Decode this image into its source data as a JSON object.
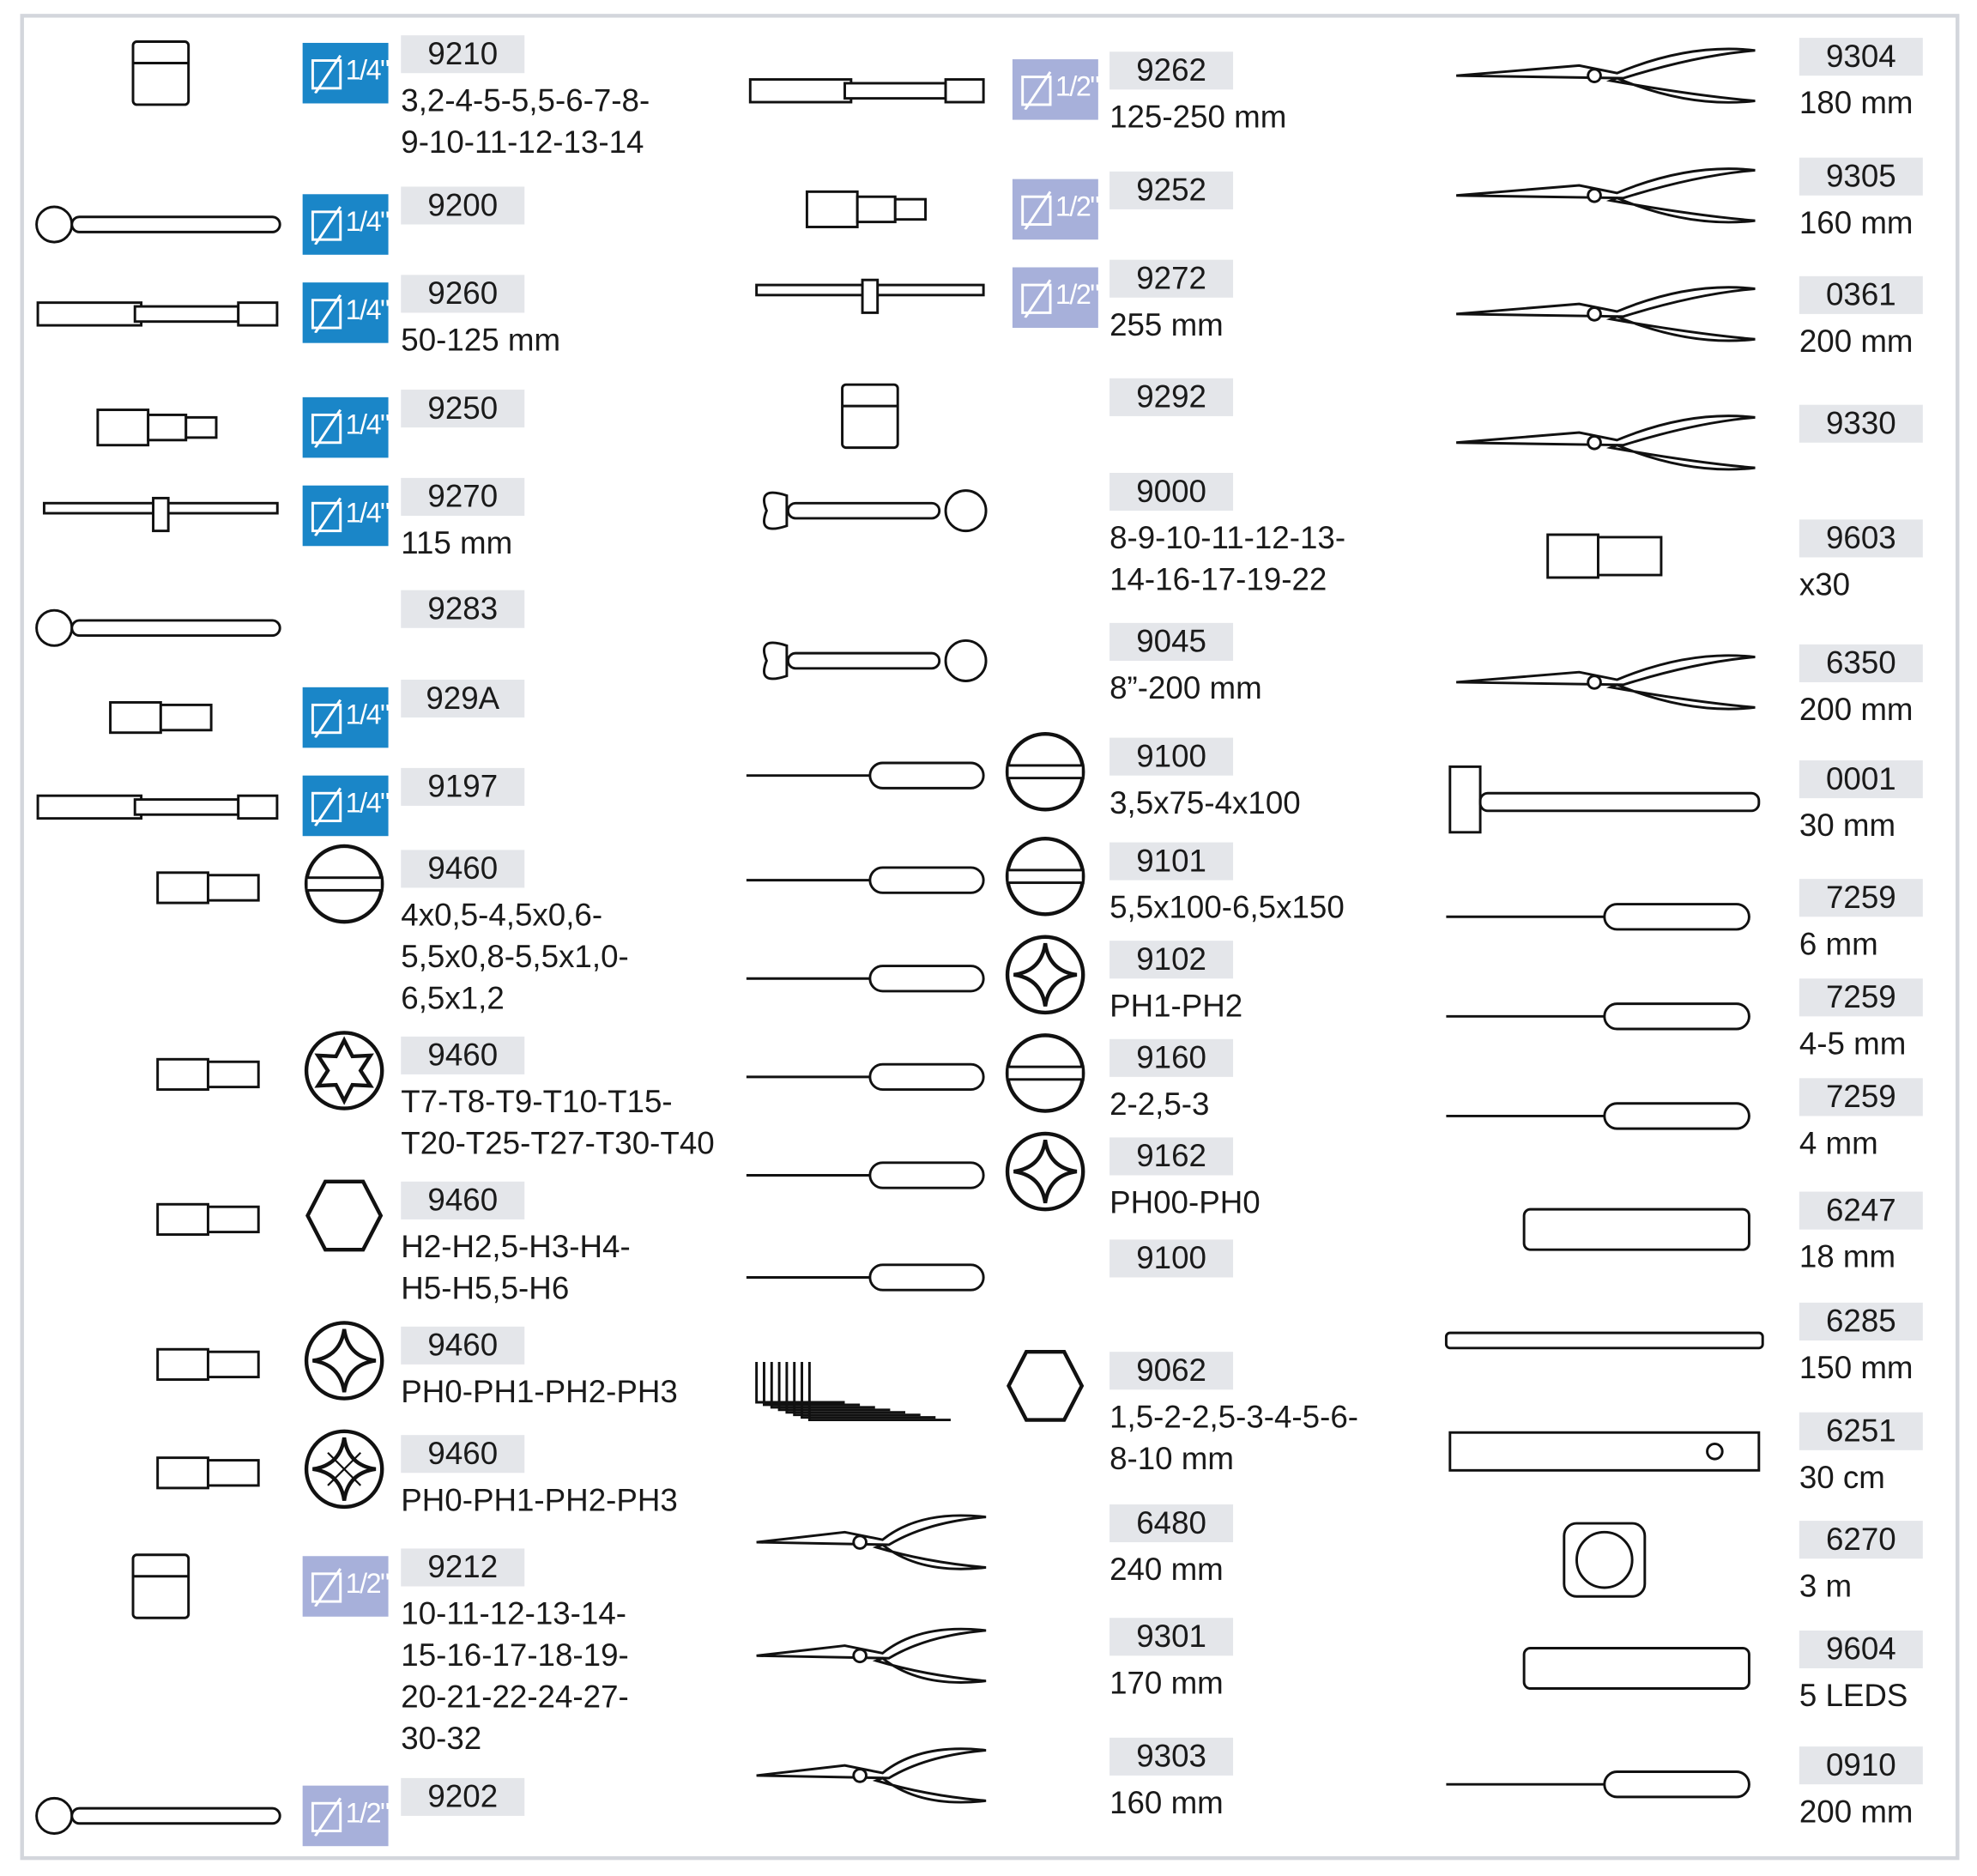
{
  "colors": {
    "quarter_drive": "#1a86c8",
    "half_drive": "#a7b0da",
    "code_bg": "#e4e6ea",
    "frame": "#d3d6dc"
  },
  "columns": [
    {
      "items": [
        {
          "code": "9210",
          "drive": "1/4\"",
          "icon": "socket-icon",
          "desc": [
            "3,2-4-5-5,5-6-7-8-",
            "9-10-11-12-13-14"
          ]
        },
        {
          "code": "9200",
          "drive": "1/4\"",
          "icon": "ratchet-icon",
          "desc": []
        },
        {
          "code": "9260",
          "drive": "1/4\"",
          "icon": "extension-bar-icon",
          "desc": [
            "50-125 mm"
          ]
        },
        {
          "code": "9250",
          "drive": "1/4\"",
          "icon": "universal-joint-icon",
          "desc": []
        },
        {
          "code": "9270",
          "drive": "1/4\"",
          "icon": "t-bar-icon",
          "desc": [
            "115 mm"
          ]
        },
        {
          "code": "9283",
          "icon": "spinner-handle-icon",
          "desc": []
        },
        {
          "code": "929A",
          "drive": "1/4\"",
          "icon": "bit-adapter-icon",
          "desc": []
        },
        {
          "code": "9197",
          "drive": "1/4\"",
          "icon": "bit-holder-icon",
          "desc": []
        },
        {
          "code": "9460",
          "tip": "slotted-tip-icon",
          "icon": "bit-icon",
          "desc": [
            "4x0,5-4,5x0,6-",
            "5,5x0,8-5,5x1,0-",
            "6,5x1,2"
          ]
        },
        {
          "code": "9460",
          "tip": "torx-tip-icon",
          "icon": "bit-icon",
          "desc": [
            "T7-T8-T9-T10-T15-",
            "T20-T25-T27-T30-T40"
          ]
        },
        {
          "code": "9460",
          "tip": "hex-tip-icon",
          "icon": "bit-icon",
          "desc": [
            "H2-H2,5-H3-H4-",
            "H5-H5,5-H6"
          ]
        },
        {
          "code": "9460",
          "tip": "phillips-tip-icon",
          "icon": "bit-icon",
          "desc": [
            "PH0-PH1-PH2-PH3"
          ]
        },
        {
          "code": "9460",
          "tip": "pozidriv-tip-icon",
          "icon": "bit-icon",
          "desc": [
            "PH0-PH1-PH2-PH3"
          ]
        },
        {
          "code": "9212",
          "drive": "1/2\"",
          "icon": "socket-icon",
          "desc": [
            "10-11-12-13-14-",
            "15-16-17-18-19-",
            "20-21-22-24-27-",
            "30-32"
          ]
        },
        {
          "code": "9202",
          "drive": "1/2\"",
          "icon": "ratchet-icon",
          "desc": []
        }
      ]
    },
    {
      "items": [
        {
          "code": "9262",
          "drive": "1/2\"",
          "icon": "extension-bar-icon",
          "desc": [
            "125-250 mm"
          ]
        },
        {
          "code": "9252",
          "drive": "1/2\"",
          "icon": "universal-joint-icon",
          "desc": []
        },
        {
          "code": "9272",
          "drive": "1/2\"",
          "icon": "t-bar-icon",
          "desc": [
            "255 mm"
          ]
        },
        {
          "code": "9292",
          "icon": "adapter-icon",
          "desc": []
        },
        {
          "code": "9000",
          "icon": "combination-wrench-icon",
          "desc": [
            "8-9-10-11-12-13-",
            "14-16-17-19-22"
          ]
        },
        {
          "code": "9045",
          "icon": "adjustable-wrench-icon",
          "desc": [
            "8”-200 mm"
          ]
        },
        {
          "code": "9100",
          "tip": "slotted-tip-icon",
          "icon": "screwdriver-icon",
          "desc": [
            "3,5x75-4x100"
          ]
        },
        {
          "code": "9101",
          "tip": "slotted-tip-icon",
          "icon": "screwdriver-icon",
          "desc": [
            "5,5x100-6,5x150"
          ]
        },
        {
          "code": "9102",
          "tip": "phillips-tip-icon",
          "icon": "screwdriver-icon",
          "desc": [
            "PH1-PH2"
          ]
        },
        {
          "code": "9160",
          "tip": "slotted-tip-icon",
          "icon": "precision-screwdriver-icon",
          "desc": [
            "2-2,5-3"
          ]
        },
        {
          "code": "9162",
          "tip": "phillips-tip-icon",
          "icon": "precision-screwdriver-icon",
          "desc": [
            "PH00-PH0"
          ]
        },
        {
          "code": "9100",
          "icon": "voltage-tester-icon",
          "desc": []
        },
        {
          "code": "9062",
          "tip": "hex-tip-icon",
          "icon": "hex-key-set-icon",
          "desc": [
            "1,5-2-2,5-3-4-5-6-",
            "8-10 mm"
          ]
        },
        {
          "code": "6480",
          "icon": "water-pump-pliers-icon",
          "desc": [
            "240 mm"
          ]
        },
        {
          "code": "9301",
          "icon": "long-nose-pliers-icon",
          "desc": [
            "170 mm"
          ]
        },
        {
          "code": "9303",
          "icon": "wire-stripper-icon",
          "desc": [
            "160 mm"
          ]
        }
      ]
    },
    {
      "items": [
        {
          "code": "9304",
          "icon": "combination-pliers-icon",
          "desc": [
            "180 mm"
          ]
        },
        {
          "code": "9305",
          "icon": "diagonal-cutter-icon",
          "desc": [
            "160 mm"
          ]
        },
        {
          "code": "0361",
          "icon": "electrician-pliers-icon",
          "desc": [
            "200 mm"
          ]
        },
        {
          "code": "9330",
          "icon": "crimping-pliers-icon",
          "desc": []
        },
        {
          "code": "9603",
          "icon": "terminal-icon",
          "desc": [
            "x30"
          ]
        },
        {
          "code": "6350",
          "icon": "end-cutter-icon",
          "desc": [
            "200 mm"
          ]
        },
        {
          "code": "0001",
          "icon": "hammer-icon",
          "desc": [
            "30 mm"
          ]
        },
        {
          "code": "7259",
          "icon": "chisel-icon",
          "desc": [
            "6 mm"
          ]
        },
        {
          "code": "7259",
          "icon": "punch-icon",
          "desc": [
            "4-5 mm"
          ]
        },
        {
          "code": "7259",
          "icon": "punch-icon",
          "desc": [
            "4 mm"
          ]
        },
        {
          "code": "6247",
          "icon": "utility-knife-icon",
          "desc": [
            "18 mm"
          ]
        },
        {
          "code": "6285",
          "icon": "hacksaw-blade-icon",
          "desc": [
            "150 mm"
          ]
        },
        {
          "code": "6251",
          "icon": "spirit-level-icon",
          "desc": [
            "30 cm"
          ]
        },
        {
          "code": "6270",
          "icon": "tape-measure-icon",
          "desc": [
            "3 m"
          ]
        },
        {
          "code": "9604",
          "icon": "led-flashlight-icon",
          "desc": [
            "5 LEDS"
          ]
        },
        {
          "code": "0910",
          "icon": "file-icon",
          "desc": [
            "200 mm"
          ]
        }
      ]
    }
  ]
}
